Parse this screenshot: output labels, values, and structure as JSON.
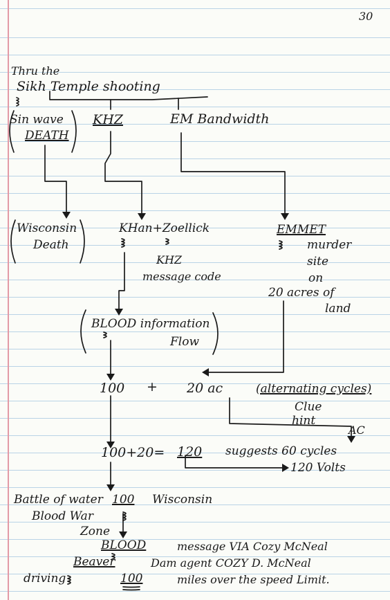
{
  "page_number": "30",
  "intro_line1": "Thru the",
  "intro_line2": "Sikh Temple shooting",
  "row1": {
    "sin_wave": "Sin wave",
    "death": "DEATH",
    "khz": "KHZ",
    "em_bandwidth": "EM Bandwidth"
  },
  "row2": {
    "wisconsin": "Wisconsin",
    "death": "Death",
    "khan": "KHan+Zoellick",
    "khz_note1": "KHZ",
    "khz_note2": "message code",
    "emmet": "EMMET",
    "emmet_note1": "murder",
    "emmet_note2": "site",
    "emmet_note3": "on",
    "emmet_note4": "20 acres of",
    "emmet_note5": "land"
  },
  "row3": {
    "blood_info": "BLOOD information",
    "flow": "Flow"
  },
  "row4": {
    "n100": "100",
    "plus": "+",
    "n20ac": "20 ac",
    "alt_cycles": "(alternating cycles)",
    "clue": "Clue",
    "hint": "hint",
    "ac": "AC"
  },
  "row5": {
    "equation": "100+20=",
    "n120": "120",
    "suggests": "suggests 60 cycles",
    "volts": "120 Volts"
  },
  "row6": {
    "battle": "Battle of water",
    "n100": "100",
    "wisconsin": "Wisconsin",
    "blood_war": "Blood War",
    "zone": "Zone"
  },
  "row7": {
    "blood": "BLOOD",
    "msg_line": "message VIA Cozy McNeal",
    "beaver": "Beaver",
    "dam_line": "Dam agent COZY D. McNeal",
    "driving": "driving",
    "n100": "100",
    "miles_line": "miles over the speed Limit."
  }
}
